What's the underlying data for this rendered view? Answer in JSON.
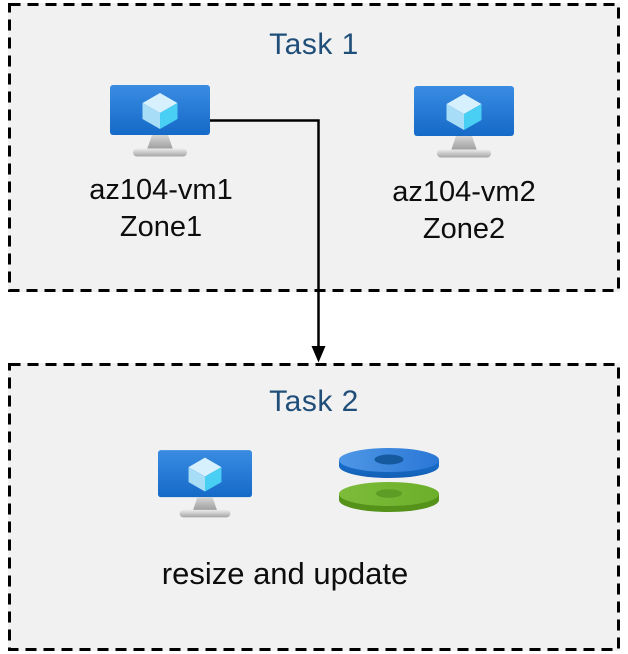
{
  "page": {
    "background": "#ffffff",
    "panel_background": "#f1f1f1",
    "border_color": "#000000",
    "title_color": "#1f4e79",
    "text_color": "#0d0d0d"
  },
  "task1": {
    "title": "Task 1",
    "vms": [
      {
        "name": "az104-vm1",
        "zone": "Zone1",
        "icon": "vm-icon"
      },
      {
        "name": "az104-vm2",
        "zone": "Zone2",
        "icon": "vm-icon"
      }
    ]
  },
  "task2": {
    "title": "Task 2",
    "caption": "resize and update",
    "icons": [
      "vm-icon",
      "disks-icon"
    ]
  },
  "arrow": {
    "from": "az104-vm1",
    "to": "Task 2",
    "color": "#000000"
  },
  "icon_colors": {
    "vm_screen_top": "#3a8ce2",
    "vm_screen_bottom": "#156ac8",
    "vm_cube_top": "#d7f0fd",
    "vm_cube_left": "#a8ddf8",
    "vm_cube_right": "#49cef4",
    "vm_stand": "#b0b0b0",
    "disk_blue_top": "#3583de",
    "disk_blue_side": "#1a70cf",
    "disk_blue_hole": "#15599e",
    "disk_green_top": "#74b733",
    "disk_green_side": "#55921a",
    "disk_green_hole": "#5d9c25"
  }
}
